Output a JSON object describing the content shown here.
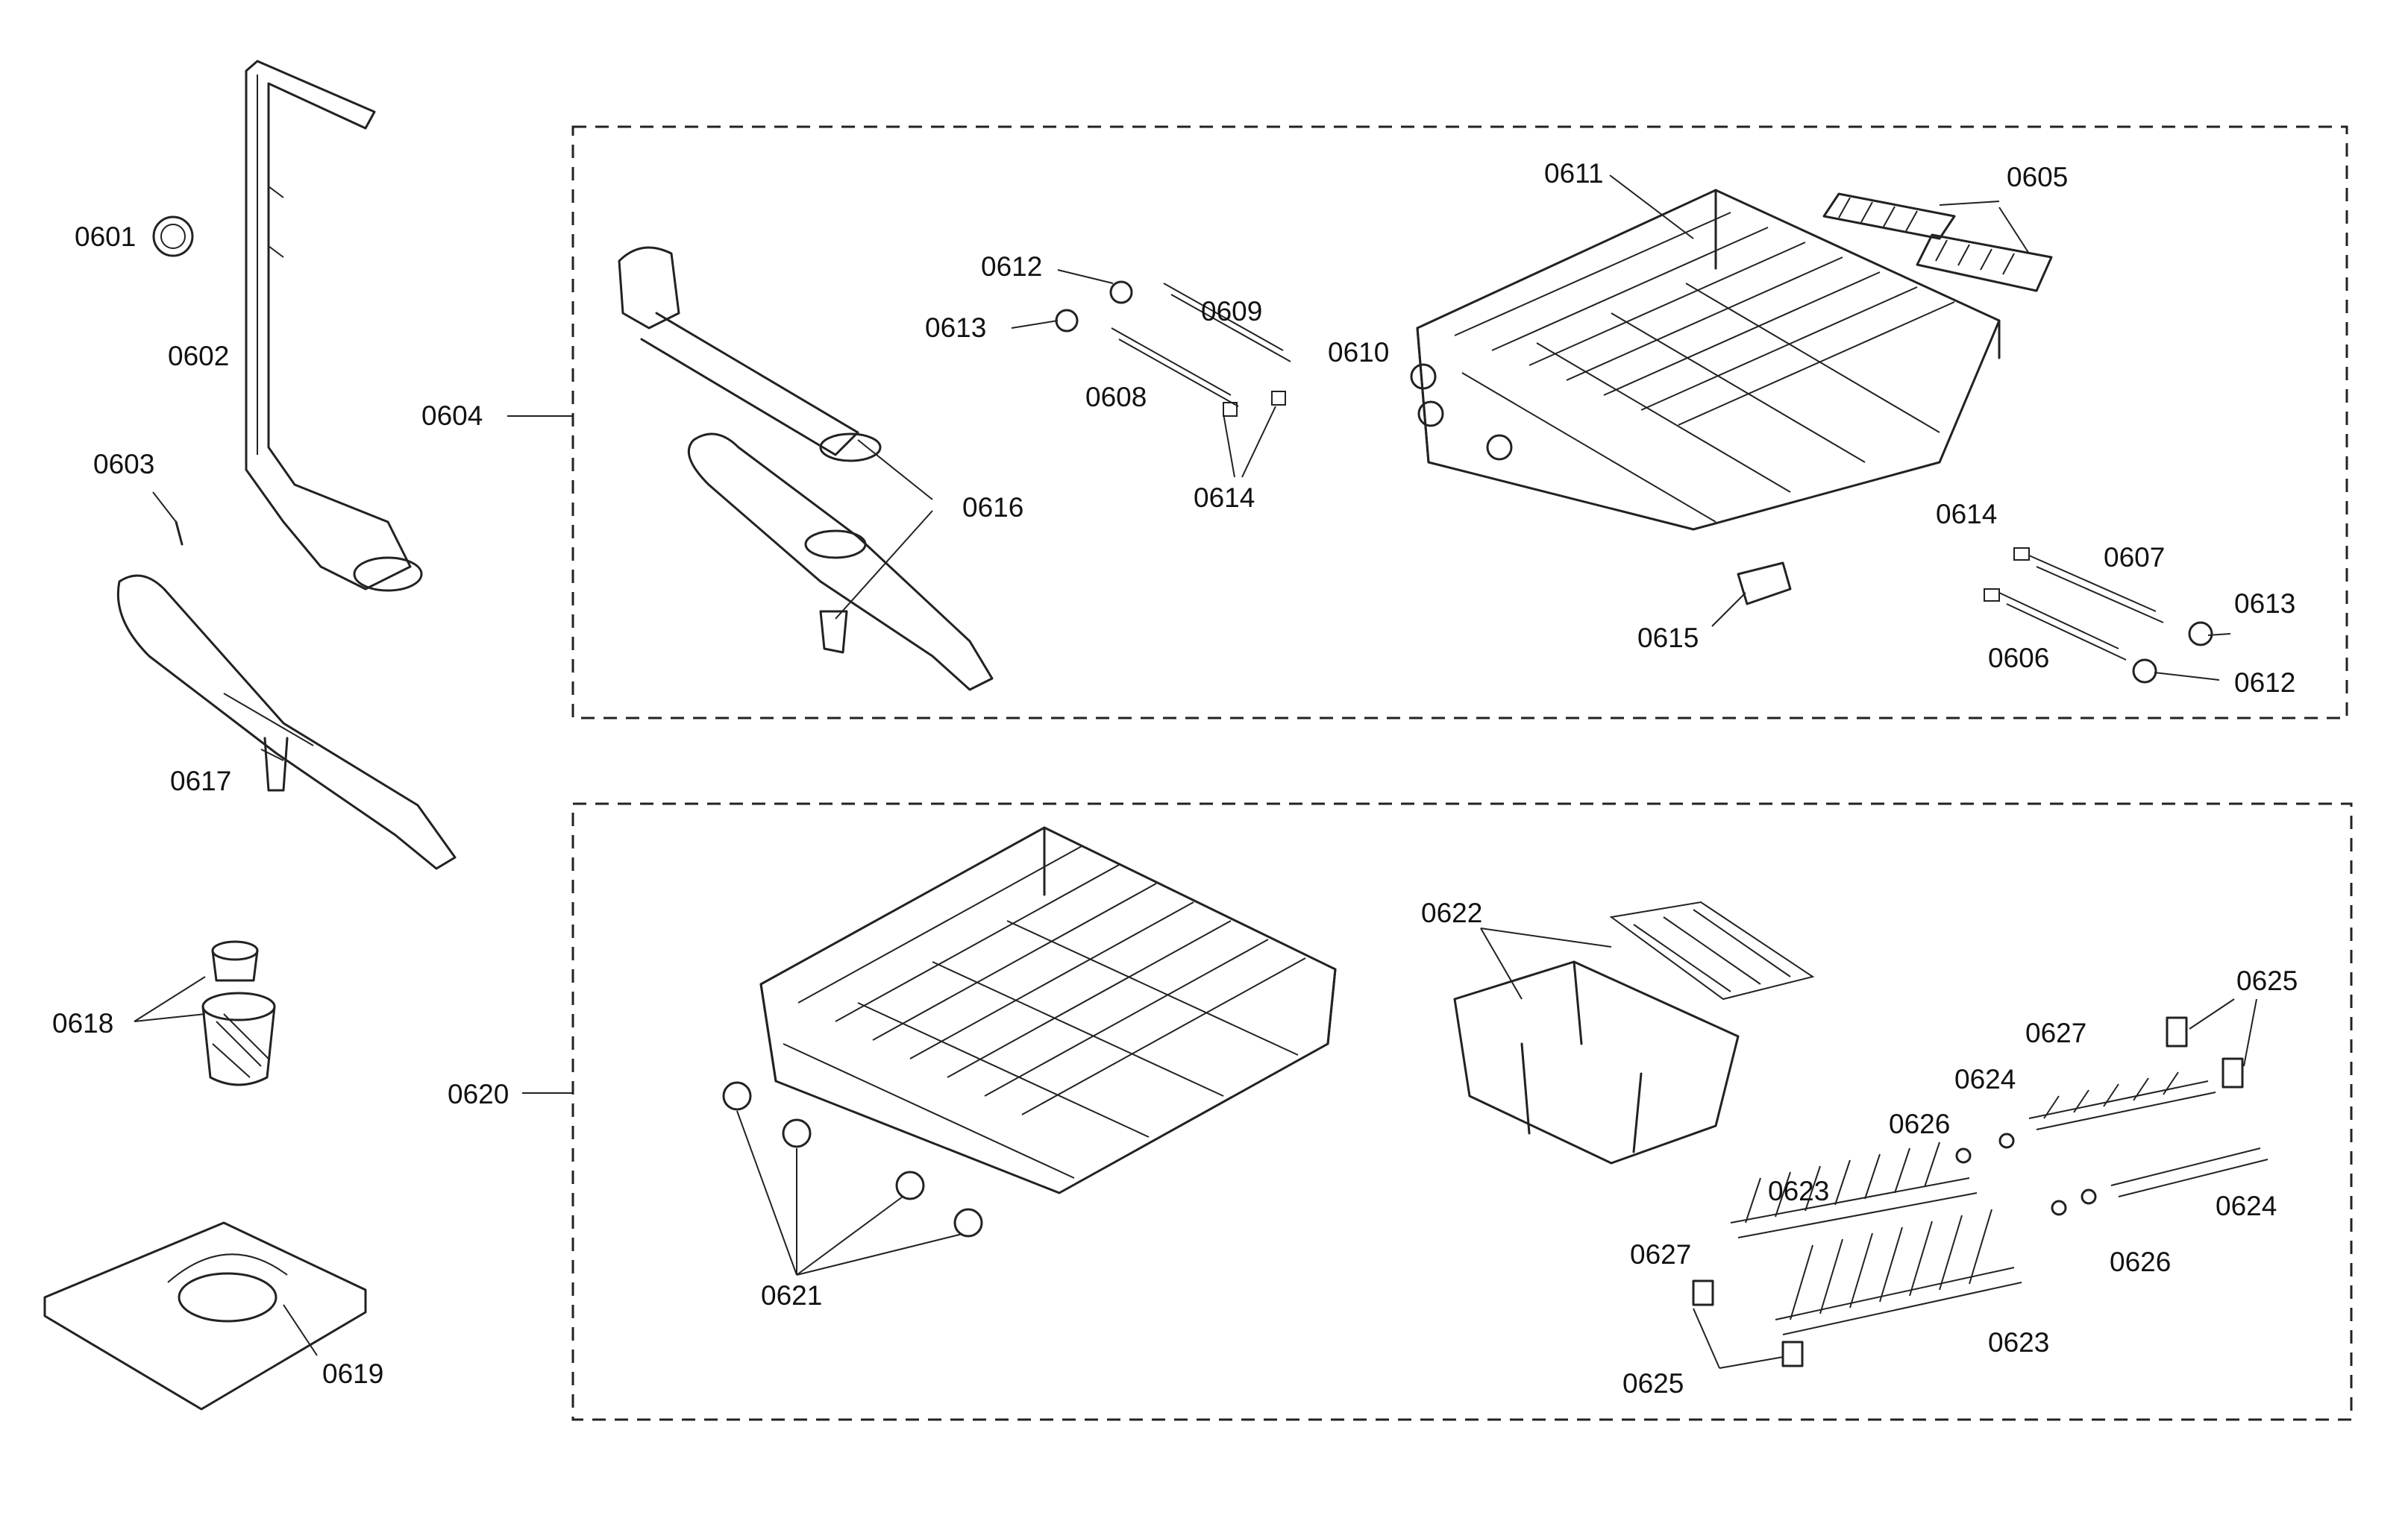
{
  "diagram": {
    "labels": {
      "p0601": "0601",
      "p0602": "0602",
      "p0603": "0603",
      "p0604": "0604",
      "p0605": "0605",
      "p0606": "0606",
      "p0607": "0607",
      "p0608": "0608",
      "p0609": "0609",
      "p0610": "0610",
      "p0611": "0611",
      "p0612": "0612",
      "p0613": "0613",
      "p0614": "0614",
      "p0615": "0615",
      "p0616": "0616",
      "p0617": "0617",
      "p0618": "0618",
      "p0619": "0619",
      "p0620": "0620",
      "p0621": "0621",
      "p0622": "0622",
      "p0623": "0623",
      "p0624": "0624",
      "p0625": "0625",
      "p0626": "0626",
      "p0627": "0627"
    },
    "icons": {
      "upper_basket": "upper-rack-icon",
      "lower_basket": "lower-rack-icon",
      "cutlery_basket": "cutlery-basket-icon",
      "spray_arm": "spray-arm-icon",
      "filter": "filter-icon"
    }
  }
}
